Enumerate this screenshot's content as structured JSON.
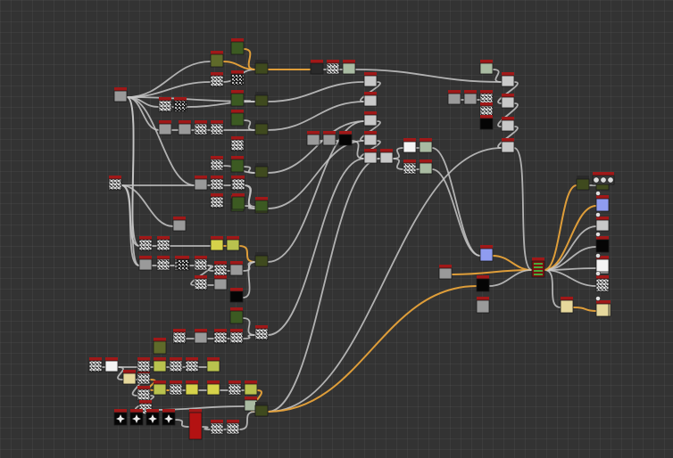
{
  "canvas": {
    "background": "#333333",
    "grid": true
  },
  "palette": {
    "connection": "#c8c8c8",
    "connection_highlight": "#e8a33a",
    "header_red": "#a01818",
    "header_dark": "#2a2a2a"
  },
  "nodes": [
    {
      "id": "n_src_a",
      "thumb": "gray"
    },
    {
      "id": "n_r1_a",
      "thumb": "noise"
    },
    {
      "id": "n_r1_b",
      "thumb": "noise-dark"
    },
    {
      "id": "n_r2_a",
      "thumb": "gray"
    },
    {
      "id": "n_r2_b",
      "thumb": "gray"
    },
    {
      "id": "n_r2_c",
      "thumb": "noise"
    },
    {
      "id": "n_r2_d",
      "thumb": "noise"
    },
    {
      "id": "n_c1_top",
      "thumb": "green"
    },
    {
      "id": "n_c1_a",
      "thumb": "olive"
    },
    {
      "id": "n_c1_b",
      "thumb": "noise"
    },
    {
      "id": "n_c1_c",
      "thumb": "green"
    },
    {
      "id": "n_c1_d",
      "thumb": "noise-dark"
    },
    {
      "id": "n_c1_e",
      "thumb": "green"
    },
    {
      "id": "n_c1_f",
      "thumb": "noise"
    },
    {
      "id": "n_c1_g",
      "thumb": "noise"
    },
    {
      "id": "n_c1_h",
      "thumb": "green"
    },
    {
      "id": "n_c1_i",
      "thumb": "noise"
    },
    {
      "id": "n_c1_j",
      "thumb": "green"
    },
    {
      "id": "n_bl1",
      "thumb": "olive-small"
    },
    {
      "id": "n_bl2",
      "thumb": "olive-small"
    },
    {
      "id": "n_bl3",
      "thumb": "olive-small"
    },
    {
      "id": "n_bl4",
      "thumb": "olive-small"
    },
    {
      "id": "n_bl5",
      "thumb": "olive-small"
    },
    {
      "id": "n_bl6",
      "thumb": "olive-small"
    },
    {
      "id": "n_top_a",
      "thumb": "dark"
    },
    {
      "id": "n_top_b",
      "thumb": "noise"
    },
    {
      "id": "n_top_c",
      "thumb": "sage"
    },
    {
      "id": "n_mid_a",
      "thumb": "gray-light"
    },
    {
      "id": "n_mid_b",
      "thumb": "gray-light"
    },
    {
      "id": "n_mid_c",
      "thumb": "gray-light"
    },
    {
      "id": "n_mid_d",
      "thumb": "gray-light"
    },
    {
      "id": "n_mid_e",
      "thumb": "gray-light"
    },
    {
      "id": "n_mid_f",
      "thumb": "gray-light"
    },
    {
      "id": "n_m2_a",
      "thumb": "gray"
    },
    {
      "id": "n_m2_b",
      "thumb": "gray"
    },
    {
      "id": "n_m2_c",
      "thumb": "black"
    },
    {
      "id": "n_w_a",
      "thumb": "white"
    },
    {
      "id": "n_w_b",
      "thumb": "noise"
    },
    {
      "id": "n_w_c",
      "thumb": "sage"
    },
    {
      "id": "n_w_d",
      "thumb": "noise"
    },
    {
      "id": "n_w_e",
      "thumb": "sage"
    },
    {
      "id": "n_tr_a",
      "thumb": "sage"
    },
    {
      "id": "n_tr_b",
      "thumb": "gray-light"
    },
    {
      "id": "n_tr_c",
      "thumb": "gray-light"
    },
    {
      "id": "n_tr_d",
      "thumb": "gray-light"
    },
    {
      "id": "n_tr_e",
      "thumb": "gray-light"
    },
    {
      "id": "n_tr2_a",
      "thumb": "gray"
    },
    {
      "id": "n_tr2_b",
      "thumb": "gray"
    },
    {
      "id": "n_tr2_c",
      "thumb": "noise"
    },
    {
      "id": "n_tr2_d",
      "thumb": "noise"
    },
    {
      "id": "n_tr3_a",
      "thumb": "black"
    },
    {
      "id": "n_l2_src",
      "thumb": "noise"
    },
    {
      "id": "n_l2_a",
      "thumb": "gray"
    },
    {
      "id": "n_l2_b",
      "thumb": "noise"
    },
    {
      "id": "n_l2_c",
      "thumb": "noise"
    },
    {
      "id": "n_l2_d",
      "thumb": "green"
    },
    {
      "id": "n_l2_e",
      "thumb": "noise"
    },
    {
      "id": "n_l2_f",
      "thumb": "green"
    },
    {
      "id": "n_l3_a",
      "thumb": "gray"
    },
    {
      "id": "n_l3_b",
      "thumb": "noise"
    },
    {
      "id": "n_l3_c",
      "thumb": "yellow"
    },
    {
      "id": "n_l3_d",
      "thumb": "yellow-green"
    },
    {
      "id": "n_l3_e",
      "thumb": "noise"
    },
    {
      "id": "n_l3_f",
      "thumb": "gray"
    },
    {
      "id": "n_l3_g",
      "thumb": "noise"
    },
    {
      "id": "n_l3_h",
      "thumb": "noise"
    },
    {
      "id": "n_l3_i",
      "thumb": "noise"
    },
    {
      "id": "n_l3_j",
      "thumb": "noise"
    },
    {
      "id": "n_l3_k",
      "thumb": "gray"
    },
    {
      "id": "n_l3_l",
      "thumb": "noise-dark"
    },
    {
      "id": "n_l3_m",
      "thumb": "noise"
    },
    {
      "id": "n_l3_n",
      "thumb": "gray"
    },
    {
      "id": "n_l3_o",
      "thumb": "black"
    },
    {
      "id": "n_l3_p",
      "thumb": "green"
    },
    {
      "id": "n_l4_a",
      "thumb": "noise"
    },
    {
      "id": "n_l4_b",
      "thumb": "gray"
    },
    {
      "id": "n_l4_c",
      "thumb": "noise"
    },
    {
      "id": "n_l4_d",
      "thumb": "noise"
    },
    {
      "id": "n_l4_e",
      "thumb": "noise"
    },
    {
      "id": "n_b_a",
      "thumb": "noise"
    },
    {
      "id": "n_b_b",
      "thumb": "white"
    },
    {
      "id": "n_b_c",
      "thumb": "cream"
    },
    {
      "id": "n_b_d",
      "thumb": "noise"
    },
    {
      "id": "n_b_e",
      "thumb": "noise"
    },
    {
      "id": "n_b_f",
      "thumb": "noise"
    },
    {
      "id": "n_b_g",
      "thumb": "olive"
    },
    {
      "id": "n_b_h",
      "thumb": "yellow-green"
    },
    {
      "id": "n_b_i",
      "thumb": "noise"
    },
    {
      "id": "n_b_j",
      "thumb": "noise"
    },
    {
      "id": "n_b_k",
      "thumb": "yellow-green"
    },
    {
      "id": "n_b_l",
      "thumb": "yellow-green"
    },
    {
      "id": "n_b_m",
      "thumb": "noise"
    },
    {
      "id": "n_b_n",
      "thumb": "yellow"
    },
    {
      "id": "n_b_o",
      "thumb": "noise"
    },
    {
      "id": "n_b_p",
      "thumb": "yellow-green"
    },
    {
      "id": "n_b_q",
      "thumb": "yellow"
    },
    {
      "id": "n_b_r",
      "thumb": "noise"
    },
    {
      "id": "n_b_s",
      "thumb": "sage"
    },
    {
      "id": "n_b_t",
      "thumb": "yellow-green"
    },
    {
      "id": "n_star1",
      "thumb": "star"
    },
    {
      "id": "n_star2",
      "thumb": "star"
    },
    {
      "id": "n_star3",
      "thumb": "star"
    },
    {
      "id": "n_star4",
      "thumb": "star"
    },
    {
      "id": "n_bot_red",
      "thumb": "red-tall"
    },
    {
      "id": "n_bot_b",
      "thumb": "noise"
    },
    {
      "id": "n_bot_c",
      "thumb": "noise"
    },
    {
      "id": "n_bot_merge",
      "thumb": "olive-small"
    },
    {
      "id": "n_blue",
      "thumb": "blue"
    },
    {
      "id": "n_blk_out",
      "thumb": "black"
    },
    {
      "id": "n_gray_out",
      "thumb": "gray"
    },
    {
      "id": "n_left_in",
      "thumb": "gray"
    },
    {
      "id": "n_hub",
      "thumb": "hub"
    },
    {
      "id": "n_hub_out_a",
      "thumb": "cream"
    },
    {
      "id": "n_hub_out_b",
      "thumb": "cream"
    },
    {
      "id": "n_o_top_a",
      "thumb": "olive-small"
    },
    {
      "id": "n_o_top_b",
      "thumb": "olive-small"
    },
    {
      "id": "n_o_icons",
      "thumb": "icons"
    },
    {
      "id": "n_o_blue",
      "thumb": "blue"
    },
    {
      "id": "n_o_gray1",
      "thumb": "gray-light"
    },
    {
      "id": "n_o_black",
      "thumb": "black"
    },
    {
      "id": "n_o_gray2",
      "thumb": "gray-light"
    },
    {
      "id": "n_o_white",
      "thumb": "white"
    },
    {
      "id": "n_o_noise",
      "thumb": "noise"
    },
    {
      "id": "n_o_cream",
      "thumb": "cream"
    }
  ]
}
